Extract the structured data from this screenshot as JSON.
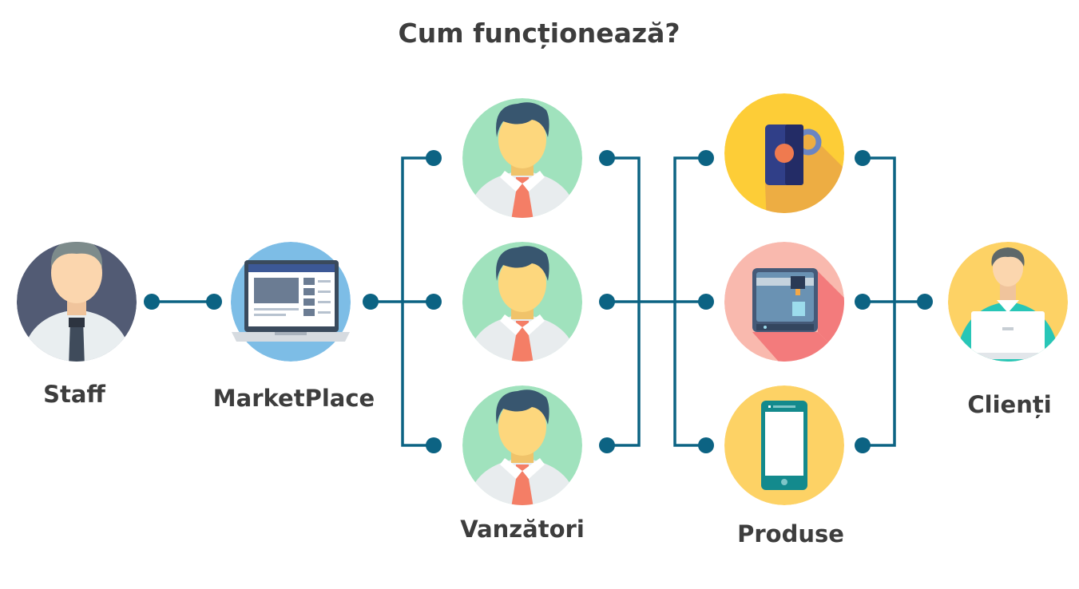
{
  "title": "Cum funcționează?",
  "nodes": {
    "staff": {
      "label": "Staff",
      "icon": "staff-person-icon"
    },
    "marketplace": {
      "label": "MarketPlace",
      "icon": "laptop-marketplace-icon"
    },
    "vanzatori": {
      "label": "Vanzători",
      "icon": "seller-person-icon"
    },
    "produse": {
      "label": "Produse",
      "icons": [
        "mug-icon",
        "printer-3d-icon",
        "smartphone-icon"
      ]
    },
    "clienti": {
      "label": "Clienți",
      "icon": "client-laptop-icon"
    }
  },
  "colors": {
    "connector": "#0c6383",
    "text": "#3d3d3d",
    "staff_bg": "#525b74",
    "marketplace_bg": "#7dbde6",
    "seller_bg": "#a0e2bd",
    "mug_bg": "#fdcd37",
    "printer_bg": "#f9b9ae",
    "phone_bg": "#fdd265",
    "client_bg": "#fdd265"
  }
}
